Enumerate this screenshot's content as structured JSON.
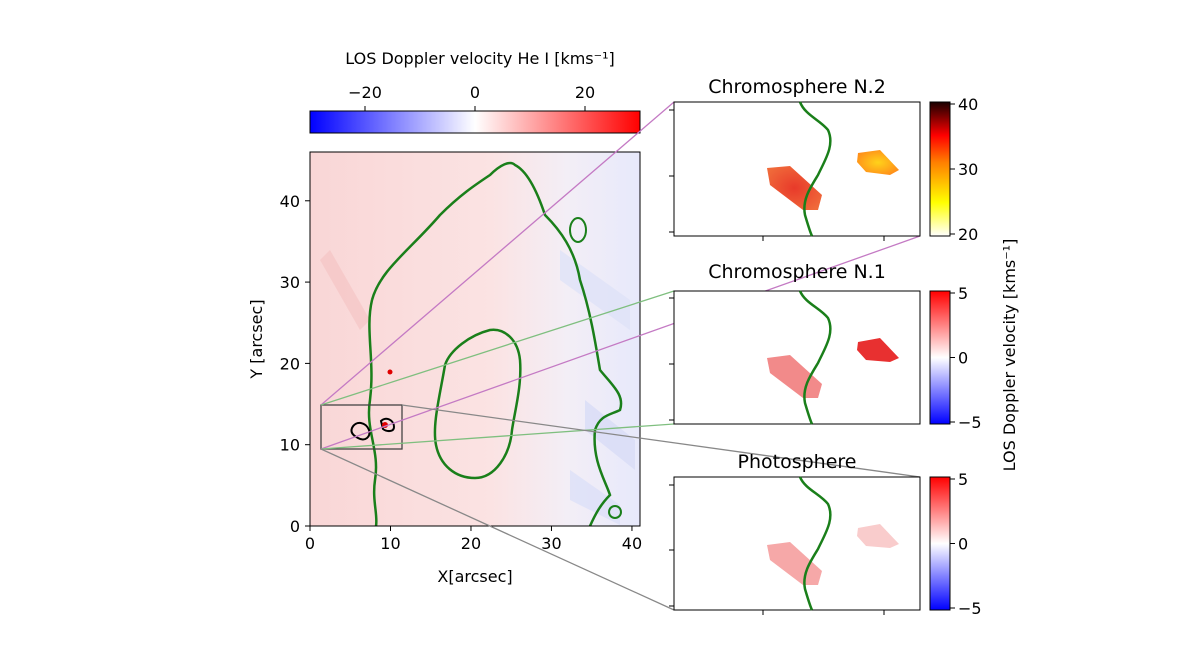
{
  "chart_data": [
    {
      "type": "heatmap",
      "name": "main",
      "xlabel": "X[arcsec]",
      "ylabel": "Y [arcsec]",
      "xlim": [
        0,
        41
      ],
      "ylim": [
        0,
        46
      ],
      "xticks": [
        0,
        10,
        20,
        30,
        40
      ],
      "yticks": [
        0,
        10,
        20,
        30,
        40
      ],
      "colorbar": {
        "label": "LOS Doppler velocity He I [kms⁻¹]",
        "orientation": "horizontal",
        "placement": "top",
        "range": [
          -30,
          30
        ],
        "ticks": [
          "−20",
          "0",
          "20"
        ],
        "colormap": "bwr"
      },
      "zoom_box": {
        "x": [
          1,
          11
        ],
        "y": [
          9.5,
          15
        ]
      }
    },
    {
      "type": "heatmap",
      "name": "Chromosphere N.2",
      "title": "Chromosphere N.2",
      "colorbar": {
        "range": [
          20,
          40
        ],
        "ticks": [
          "40",
          "30",
          "20"
        ],
        "colormap": "hot_r"
      }
    },
    {
      "type": "heatmap",
      "name": "Chromosphere N.1",
      "title": "Chromosphere N.1",
      "colorbar": {
        "range": [
          -5,
          5
        ],
        "ticks": [
          "5",
          "0",
          "−5"
        ],
        "colormap": "bwr"
      }
    },
    {
      "type": "heatmap",
      "name": "Photosphere",
      "title": "Photosphere",
      "colorbar": {
        "range": [
          -5,
          5
        ],
        "ticks": [
          "5",
          "0",
          "−5"
        ],
        "colormap": "bwr"
      }
    }
  ],
  "shared_colorbar_label": "LOS Doppler velocity [kms⁻¹]",
  "colors": {
    "contour_umbra_penumbra": "#1a7f1a",
    "connector_chromo2": "#c47ac4",
    "connector_chromo1": "#7fbf7f",
    "connector_photo": "#888888",
    "blue": "#0000ff",
    "red": "#ff0000"
  }
}
